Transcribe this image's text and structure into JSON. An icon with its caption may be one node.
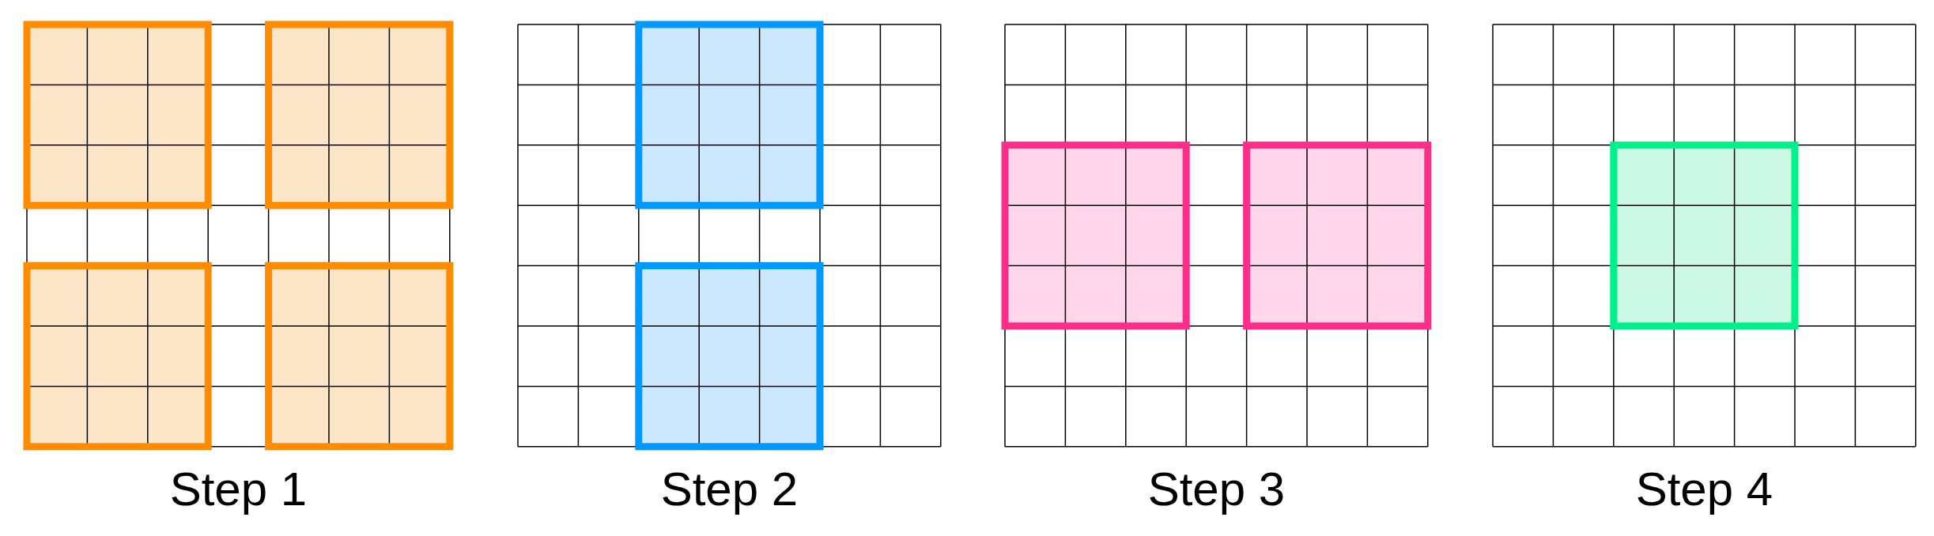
{
  "diagram": {
    "labels": [
      "Step 1",
      "Step 2",
      "Step 3",
      "Step 4"
    ]
  }
}
